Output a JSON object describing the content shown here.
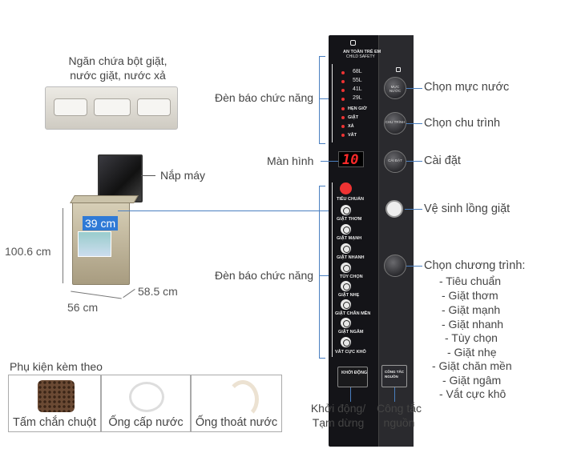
{
  "left": {
    "compartment_label_1": "Ngăn chứa bột giặt,",
    "compartment_label_2": "nước giặt, nước xả",
    "lid_label": "Nắp máy",
    "height_dim": "100.6 cm",
    "depth_dim": "58.5 cm",
    "width_dim": "56  cm",
    "drum_dim": "39 cm"
  },
  "accessories": {
    "title": "Phụ kiện kèm theo",
    "items": [
      "Tấm chắn chuột",
      "Ống cấp nước",
      "Ống thoát nước"
    ]
  },
  "panel_callouts_left": {
    "indicator_1": "Đèn báo chức năng",
    "display": "Màn hình",
    "indicator_2": "Đèn báo chức năng",
    "start_1": "Khởi động/",
    "start_2": "Tạm dừng",
    "power_1": "Công tắc",
    "power_2": "nguồn"
  },
  "panel_callouts_right": {
    "water_level": "Chọn mực nước",
    "cycle": "Chọn chu trình",
    "setting": "Cài đặt",
    "tub_clean": "Vệ sinh lồng giặt",
    "program_title": "Chọn chương trình:",
    "programs": [
      "- Tiêu chuẩn",
      "- Giặt thơm",
      "- Giặt mạnh",
      "- Giặt nhanh",
      "- Tùy chọn",
      "- Giặt nhẹ",
      "- Giặt chăn mền",
      "- Giặt ngâm",
      "- Vắt cực khô"
    ]
  },
  "panel": {
    "child_safety": "AN TOÀN TRẺ EM",
    "child_safety_en": "CHILD SAFETY",
    "levels": [
      "68L",
      "55L",
      "41L",
      "29L"
    ],
    "steps": [
      "HẸN GIỜ",
      "GIẶT",
      "XẢ",
      "VẮT"
    ],
    "display_value": "10",
    "knob_1": "MỰC NƯỚC",
    "knob_2": "CHU TRÌNH",
    "knob_3": "CÀI ĐẶT",
    "programs": [
      "TIÊU CHUẨN",
      "GIẶT THƠM",
      "GIẶT MẠNH",
      "GIẶT NHANH",
      "TÙY CHỌN",
      "GIẶT NHẸ",
      "GIẶT CHĂN MỀN",
      "GIẶT NGÂM",
      "VẮT CỰC KHÔ"
    ],
    "start_btn": "KHỞI ĐỘNG",
    "power_btn": "CÔNG TẮC NGUỒN"
  },
  "colors": {
    "accent": "#4a7fc0",
    "panel": "#141418",
    "led": "#e33"
  }
}
